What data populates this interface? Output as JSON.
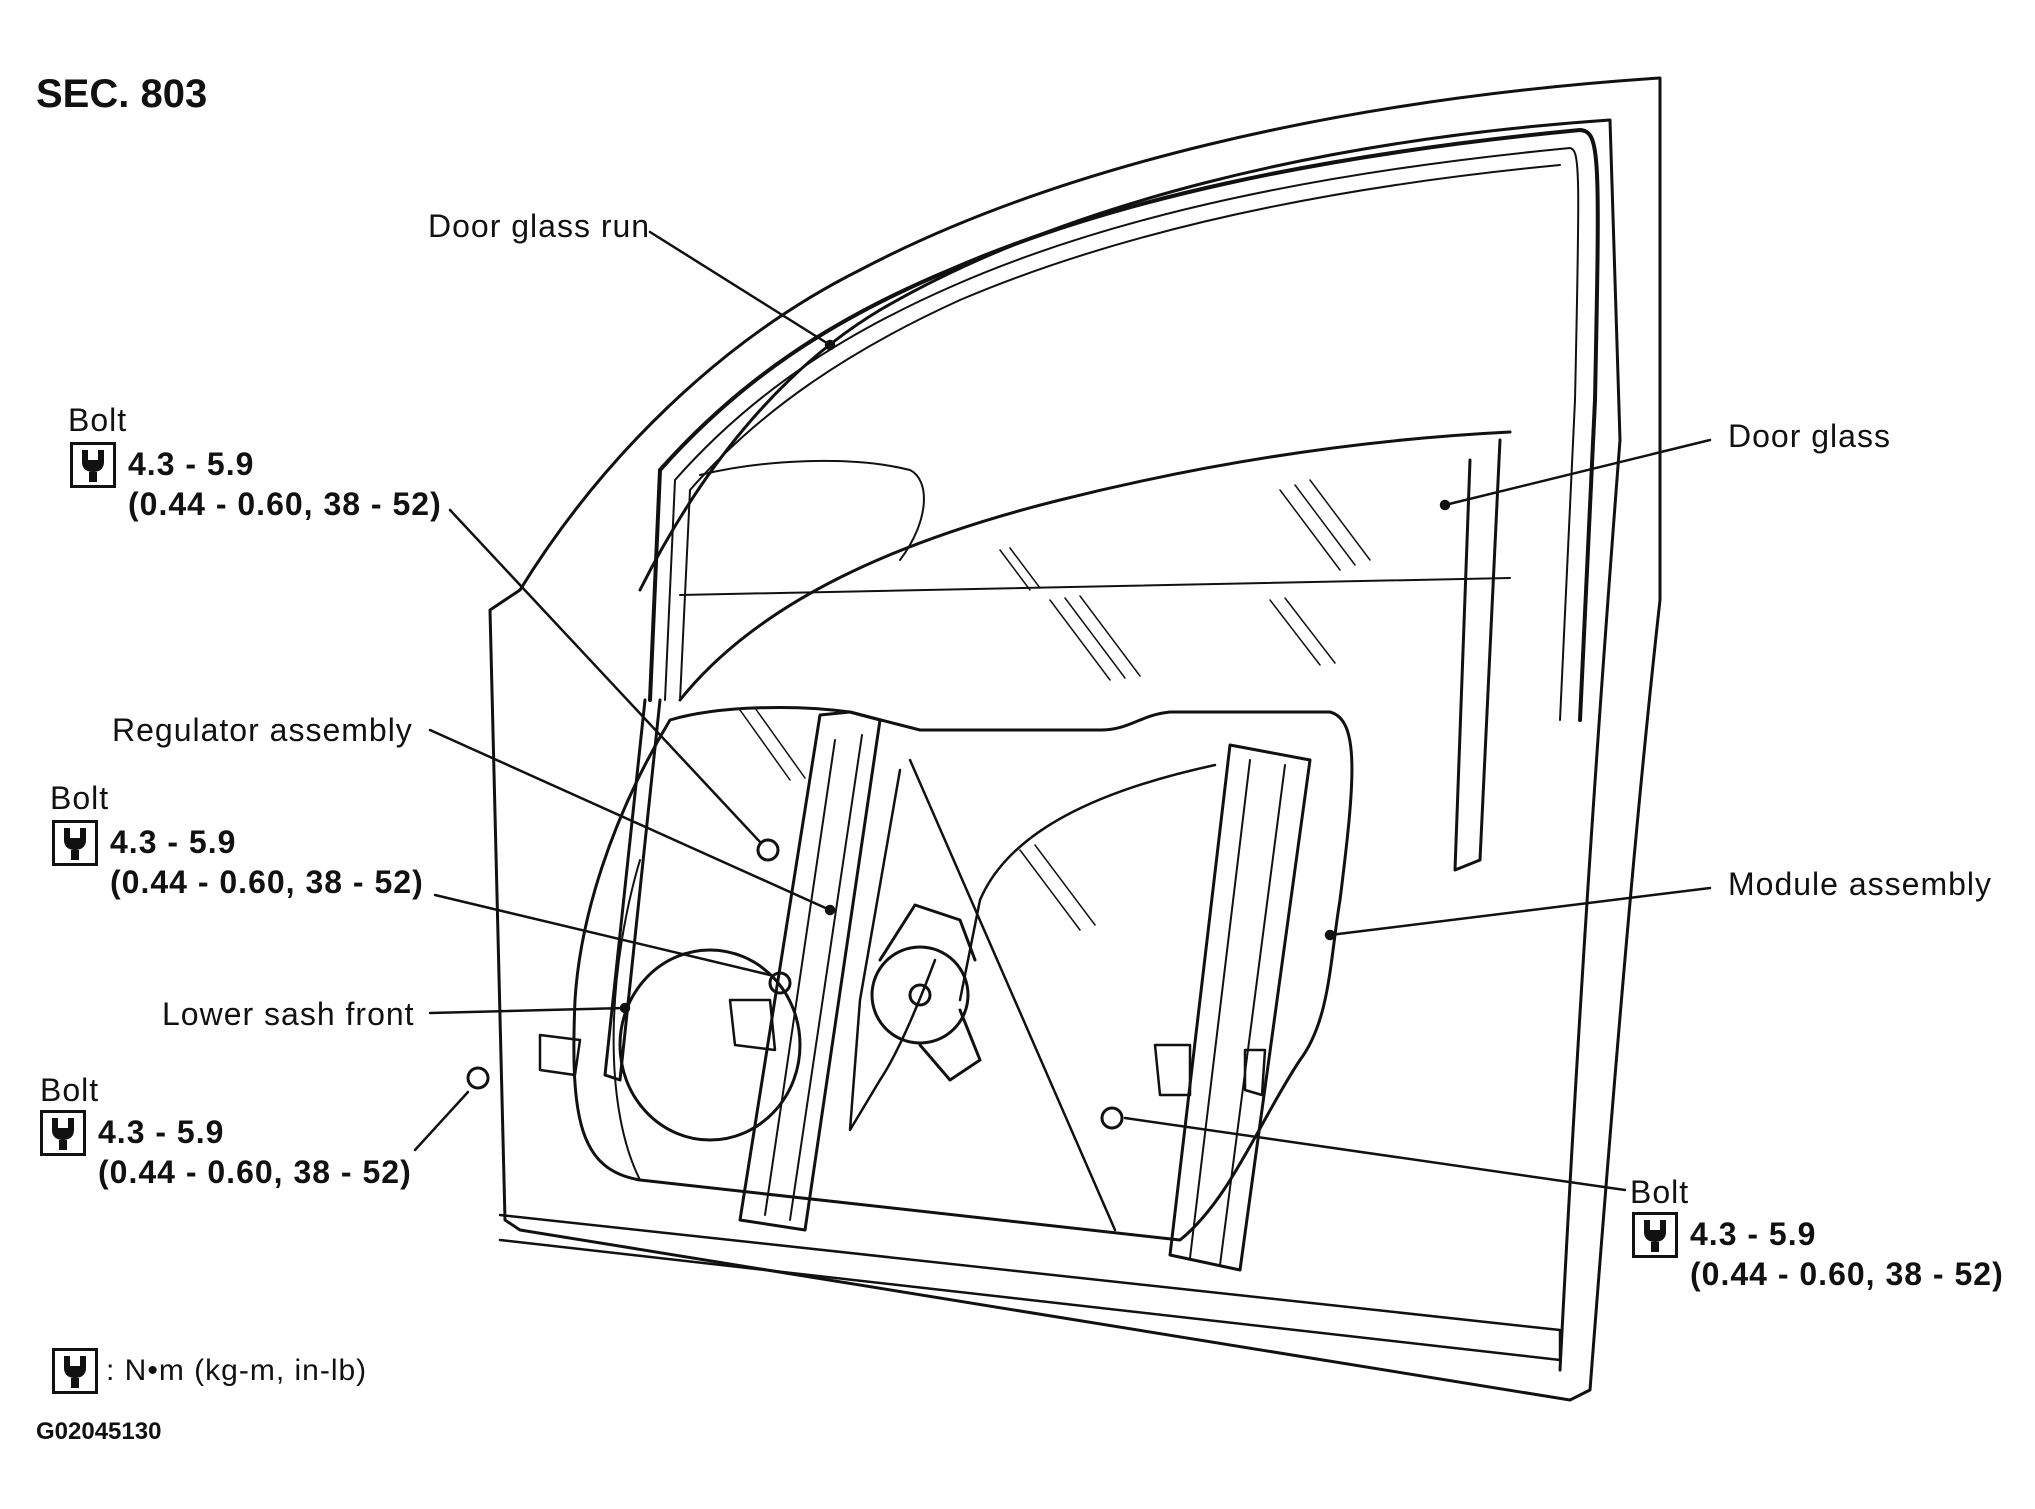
{
  "section": "SEC. 803",
  "code": "G02045130",
  "labels": {
    "door_glass_run": "Door glass run",
    "door_glass": "Door glass",
    "regulator_assembly": "Regulator assembly",
    "module_assembly": "Module assembly",
    "lower_sash_front": "Lower sash front"
  },
  "bolts": [
    {
      "label": "Bolt",
      "torque": "4.3 - 5.9",
      "torque_alt": "(0.44 - 0.60, 38 - 52)"
    },
    {
      "label": "Bolt",
      "torque": "4.3 - 5.9",
      "torque_alt": "(0.44 - 0.60, 38 - 52)"
    },
    {
      "label": "Bolt",
      "torque": "4.3 - 5.9",
      "torque_alt": "(0.44 - 0.60, 38 - 52)"
    },
    {
      "label": "Bolt",
      "torque": "4.3 - 5.9",
      "torque_alt": "(0.44 - 0.60, 38 - 52)"
    }
  ],
  "legend": ": N•m (kg-m, in-lb)",
  "icons": {
    "torque": "torque-wrench-icon"
  }
}
